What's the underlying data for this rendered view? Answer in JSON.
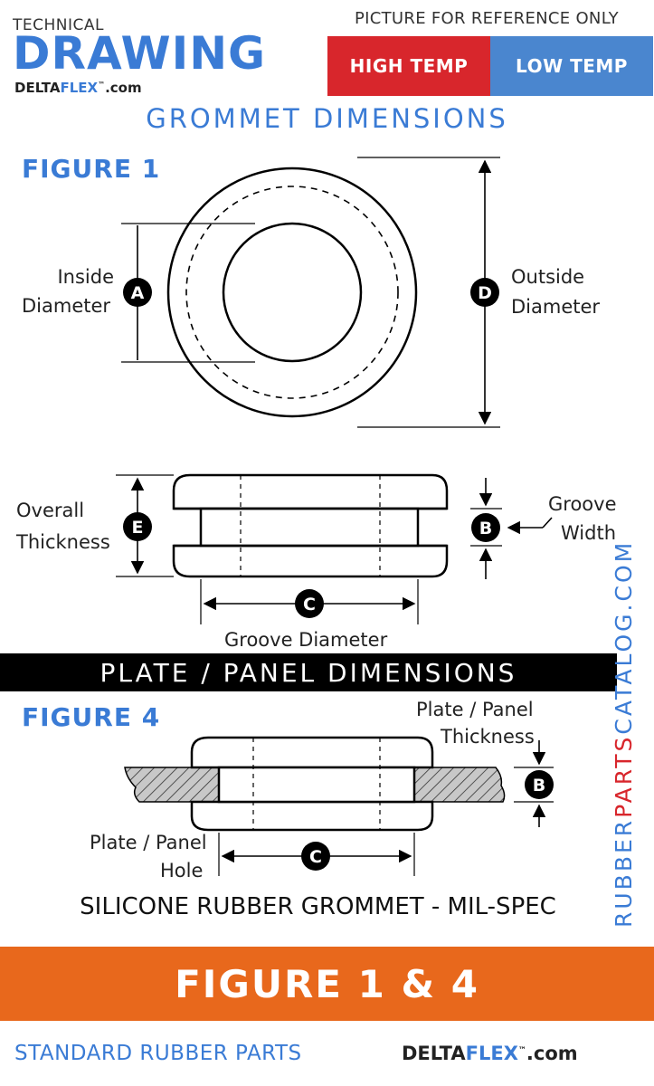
{
  "header": {
    "technical": "TECHNICAL",
    "drawing": "DRAWING",
    "brand_delta": "DELTA",
    "brand_flex": "FLEX",
    "brand_tm": "™",
    "brand_com": ".com",
    "reference_note": "PICTURE FOR REFERENCE ONLY",
    "high_temp": "HIGH TEMP",
    "low_temp": "LOW TEMP"
  },
  "colors": {
    "accent_blue": "#3a7bd5",
    "high_temp_red": "#d8262c",
    "low_temp_blue": "#4a86cf",
    "banner_orange": "#e8681c"
  },
  "grommet": {
    "title": "GROMMET DIMENSIONS",
    "figure_label": "FIGURE 1",
    "inside_label_1": "Inside",
    "inside_label_2": "Diameter",
    "outside_label_1": "Outside",
    "outside_label_2": "Diameter",
    "overall_label_1": "Overall",
    "overall_label_2": "Thickness",
    "groove_width_1": "Groove",
    "groove_width_2": "Width",
    "groove_diameter": "Groove Diameter",
    "marker_a": "A",
    "marker_b": "B",
    "marker_c": "C",
    "marker_d": "D",
    "marker_e": "E"
  },
  "plate": {
    "title": "PLATE / PANEL DIMENSIONS",
    "figure_label": "FIGURE 4",
    "thickness_1": "Plate / Panel",
    "thickness_2": "Thickness",
    "hole_1": "Plate / Panel",
    "hole_2": "Hole",
    "marker_b": "B",
    "marker_c": "C"
  },
  "side_text": {
    "part1": "RUBBER",
    "part2": "PARTS",
    "part3": "CATALOG",
    "part4": ".COM"
  },
  "product": "SILICONE RUBBER GROMMET - MIL-SPEC",
  "banner": "FIGURE 1 & 4",
  "footer": {
    "left": "STANDARD RUBBER PARTS",
    "brand_delta": "DELTA",
    "brand_flex": "FLEX",
    "brand_tm": "™",
    "brand_com": ".com"
  }
}
